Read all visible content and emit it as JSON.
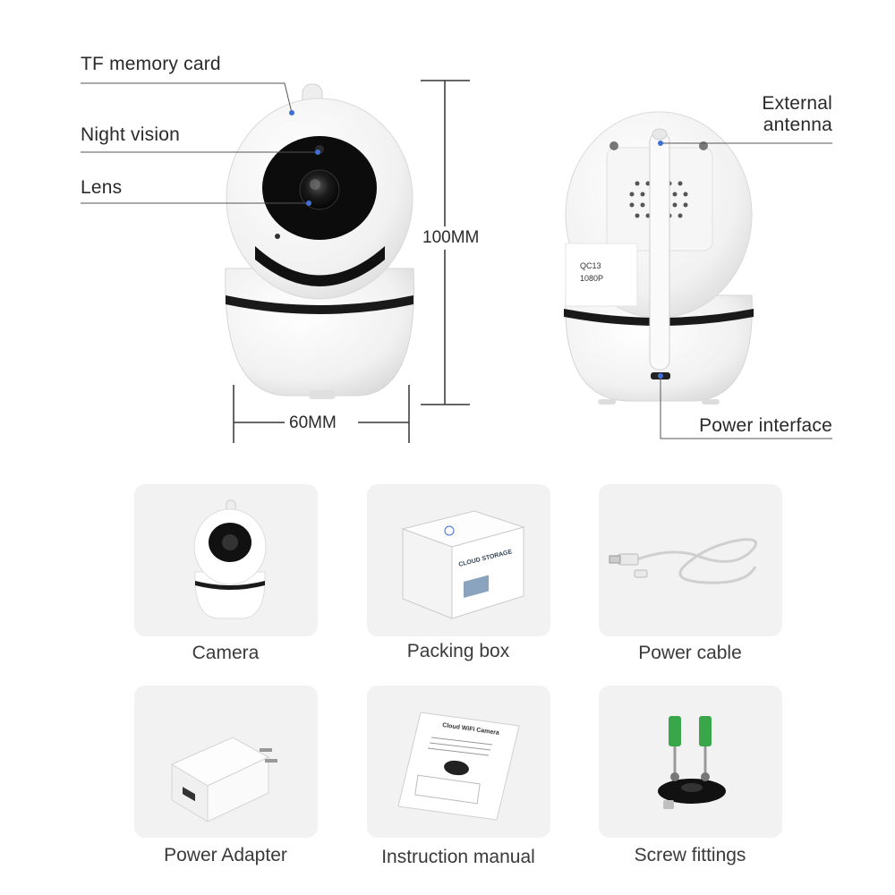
{
  "callouts": {
    "tf_memory_card": "TF memory card",
    "night_vision": "Night vision",
    "lens": "Lens",
    "external_antenna_line1": "External",
    "external_antenna_line2": "antenna",
    "power_interface": "Power interface"
  },
  "dimensions": {
    "height": "100MM",
    "width": "60MM"
  },
  "label_sticker": {
    "model": "QC13",
    "resolution": "1080P"
  },
  "items": [
    {
      "caption": "Camera"
    },
    {
      "caption": "Packing box",
      "box_text": "CLOUD STORAGE"
    },
    {
      "caption": "Power cable"
    },
    {
      "caption": "Power Adapter"
    },
    {
      "caption": "Instruction manual",
      "manual_title": "Cloud WiFi Camera"
    },
    {
      "caption": "Screw fittings"
    }
  ],
  "colors": {
    "background": "#ffffff",
    "card": "#f2f2f2",
    "text": "#2a2a2a",
    "accent_blue": "#3f6fd6",
    "anchor_green": "#3aa64a"
  }
}
